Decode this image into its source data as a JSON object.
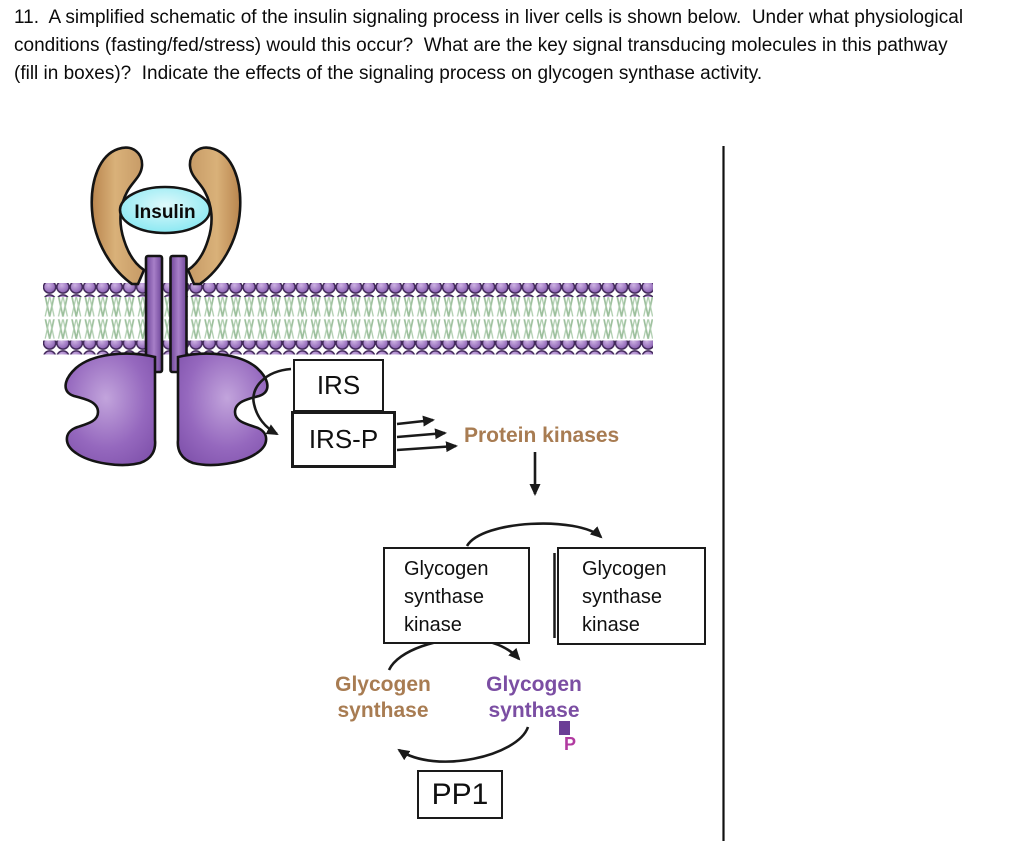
{
  "question": {
    "text": "11.  A simplified schematic of the insulin signaling process in liver cells is shown below.  Under what physiological conditions (fasting/fed/stress) would this occur?  What are the key signal transducing molecules in this pathway (fill in boxes)?  Indicate the effects of the signaling process on glycogen synthase activity."
  },
  "membrane": {
    "head_color": "#9F79C2",
    "tail_color": "#9CBF9C"
  },
  "receptor": {
    "insulin_label": "Insulin",
    "insulin_fill": "#8EEAF2",
    "arm_color": "#C69A66",
    "body_color": "#8B5CB8"
  },
  "pathway": {
    "irs_label": "IRS",
    "irs_p_label": "IRS-P",
    "protein_kinases_label": "Protein kinases",
    "gsk_left_label": "Glycogen synthase kinase",
    "gsk_right_label": "Glycogen synthase kinase",
    "glycogen_synthase_label": "Glycogen synthase",
    "glycogen_synthase_p_label": "Glycogen synthase",
    "phosphate_label": "P",
    "pp1_label": "PP1",
    "colors": {
      "active_brown": "#A87C52",
      "inactive_purple": "#7B4EA3",
      "phosphate_magenta": "#B13AA0"
    }
  }
}
